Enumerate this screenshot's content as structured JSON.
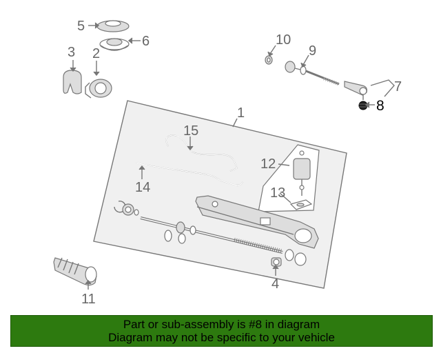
{
  "diagram": {
    "callouts": {
      "c1": "1",
      "c2": "2",
      "c3": "3",
      "c4": "4",
      "c5": "5",
      "c6": "6",
      "c7": "7",
      "c8": "8",
      "c9": "9",
      "c10": "10",
      "c11": "11",
      "c12": "12",
      "c13": "13",
      "c14": "14",
      "c15": "15"
    },
    "highlighted_part": "8"
  },
  "banner": {
    "line1": "Part or sub-assembly is #8 in diagram",
    "line2": "Diagram may not be specific to your vehicle",
    "background_color": "#2d7a0f"
  }
}
